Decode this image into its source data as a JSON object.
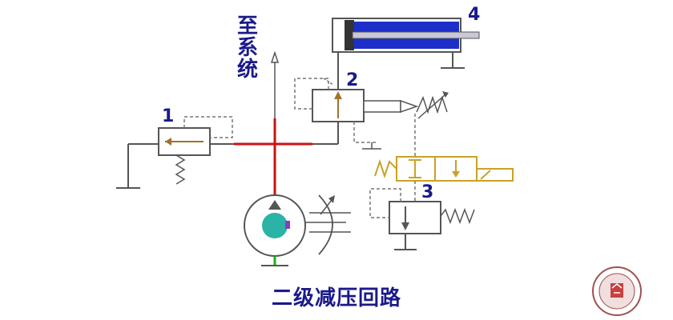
{
  "title": "二级减压回路",
  "system_label": [
    "至",
    "系",
    "统"
  ],
  "component_numbers": {
    "c1": "1",
    "c2": "2",
    "c3": "3",
    "c4": "4"
  },
  "colors": {
    "line": "#555555",
    "dashed": "#777777",
    "pressure_line": "#cc1111",
    "pump_supply": "#22aa22",
    "cylinder_fill": "#1c2fc9",
    "solenoid_valve": "#c9a227",
    "arrow_brown": "#a0722a",
    "pump_rotor": "#2ab3a6",
    "label": "#1a1a8a"
  },
  "icons": [
    "pump-icon",
    "spring-icon",
    "arrow-icon",
    "logo-seal-icon"
  ]
}
